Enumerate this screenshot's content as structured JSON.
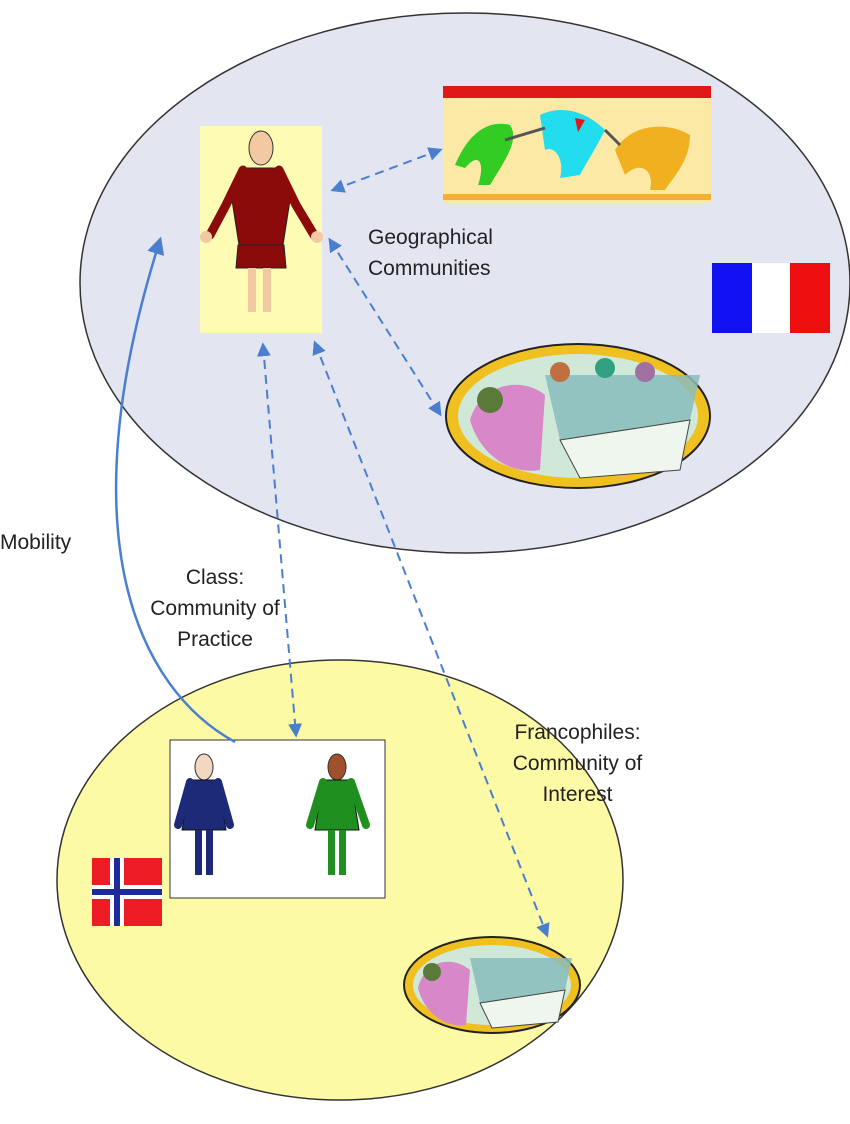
{
  "labels": {
    "geographical": "Geographical\nCommunities",
    "mobility": "Mobility",
    "class": "Class:\nCommunity of\nPractice",
    "francophiles": "Francophiles:\nCommunity of\nInterest"
  },
  "colors": {
    "top_ellipse": "#e3e5f1",
    "bottom_ellipse": "#fdfaa6",
    "arrow": "#4a7fd0",
    "person_panel": "#fdfbb4",
    "woman_suit": "#8b0a0a",
    "man_left_suit": "#1c2a78",
    "man_right_suit": "#1f8f1f",
    "flag_france": [
      "#1010f0",
      "#ffffff",
      "#ee1010"
    ],
    "flag_norway": [
      "#ee1c24",
      "#ffffff",
      "#1c2a9c"
    ]
  },
  "icons": [
    "woman-person-icon",
    "dancers-clipart-icon",
    "meeting-clipart-icon",
    "france-flag-icon",
    "norway-flag-icon",
    "man-blue-icon",
    "man-green-icon"
  ]
}
